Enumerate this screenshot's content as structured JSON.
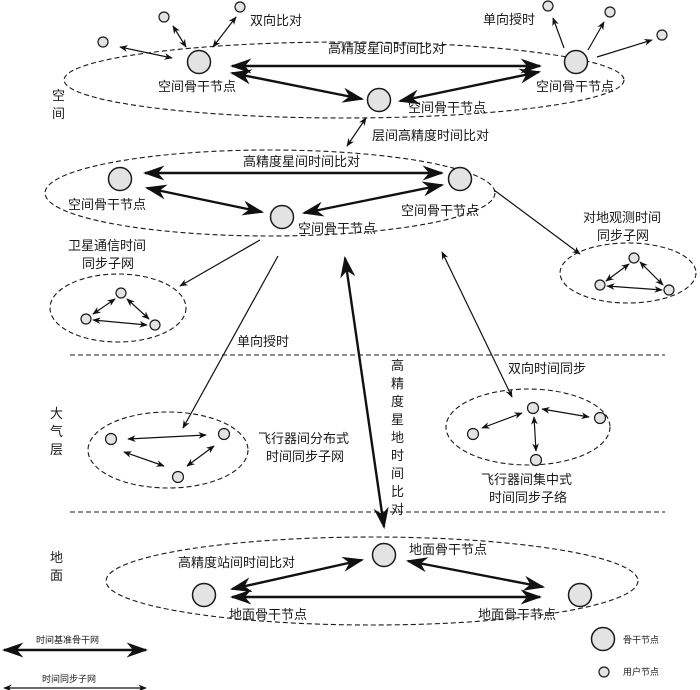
{
  "layers": {
    "space": "空间",
    "atmosphere": "大气层",
    "ground": "地面"
  },
  "labels": {
    "bidirectional_compare": "双向比对",
    "one_way_timing_top": "单向授时",
    "intersat_compare_top": "高精度星间时间比对",
    "space_node_a": "空间骨干节点",
    "space_node_b": "空间骨干节点",
    "space_node_c": "空间骨干节点",
    "interlayer_compare": "层间高精度时间比对",
    "intersat_compare_mid": "高精度星间时间比对",
    "space_node_d": "空间骨干节点",
    "space_node_e": "空间骨干节点",
    "space_node_f": "空间骨干节点",
    "satcom_subnet_1": "卫星通信时间",
    "satcom_subnet_2": "同步子网",
    "earthobs_subnet_1": "对地观测时间",
    "earthobs_subnet_2": "同步子网",
    "one_way_timing_mid": "单向授时",
    "two_way_sync": "双向时间同步",
    "sat_ground_compare": "高精度星地时间比对",
    "aircraft_dist_1": "飞行器间分布式",
    "aircraft_dist_2": "时间同步子网",
    "aircraft_central_1": "飞行器间集中式",
    "aircraft_central_2": "时间同步子络",
    "station_compare": "高精度站间时间比对",
    "ground_node_a": "地面骨干节点",
    "ground_node_b": "地面骨干节点",
    "ground_node_c": "地面骨干节点"
  },
  "legend": {
    "backbone_net": "时间基准骨干网",
    "sync_subnet": "时间同步子网",
    "backbone_node": "骨干节点",
    "user_node": "用户节点"
  }
}
